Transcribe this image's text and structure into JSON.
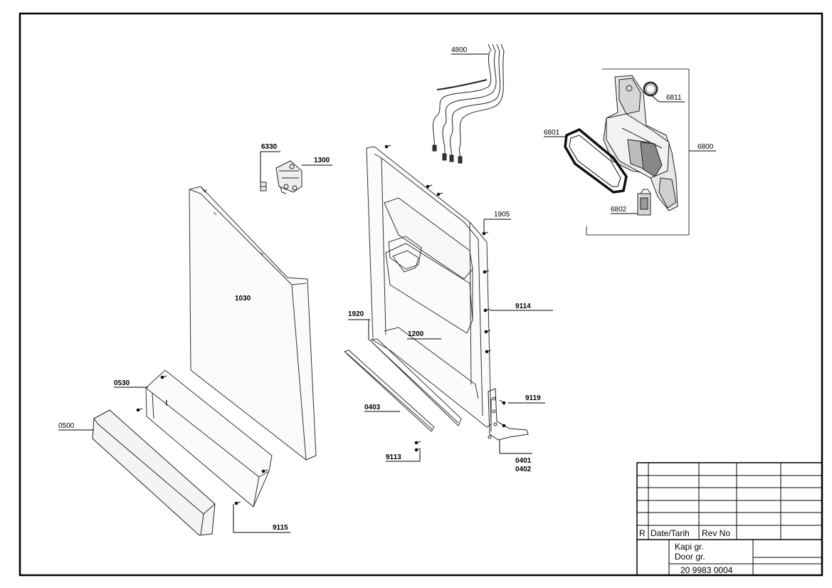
{
  "labels": {
    "p4800": "4800",
    "p6811": "6811",
    "p6801": "6801",
    "p6800": "6800",
    "p6802": "6802",
    "p6330": "6330",
    "p1300": "1300",
    "p1905": "1905",
    "p1030": "1030",
    "p9114": "9114",
    "p1920": "1920",
    "p1200": "1200",
    "p0530": "0530",
    "p9119": "9119",
    "p0403": "0403",
    "p0500": "0500",
    "p9113": "9113",
    "p0401": "0401",
    "p0402": "0402",
    "p9115": "9115"
  },
  "title_block": {
    "revision_marker": "R",
    "date_header": "Date/Tarih",
    "rev_no_header": "Rev No",
    "title_tr": "Kapi gr.",
    "title_en": "Door gr.",
    "drawing_number": "20 9983 0004"
  }
}
